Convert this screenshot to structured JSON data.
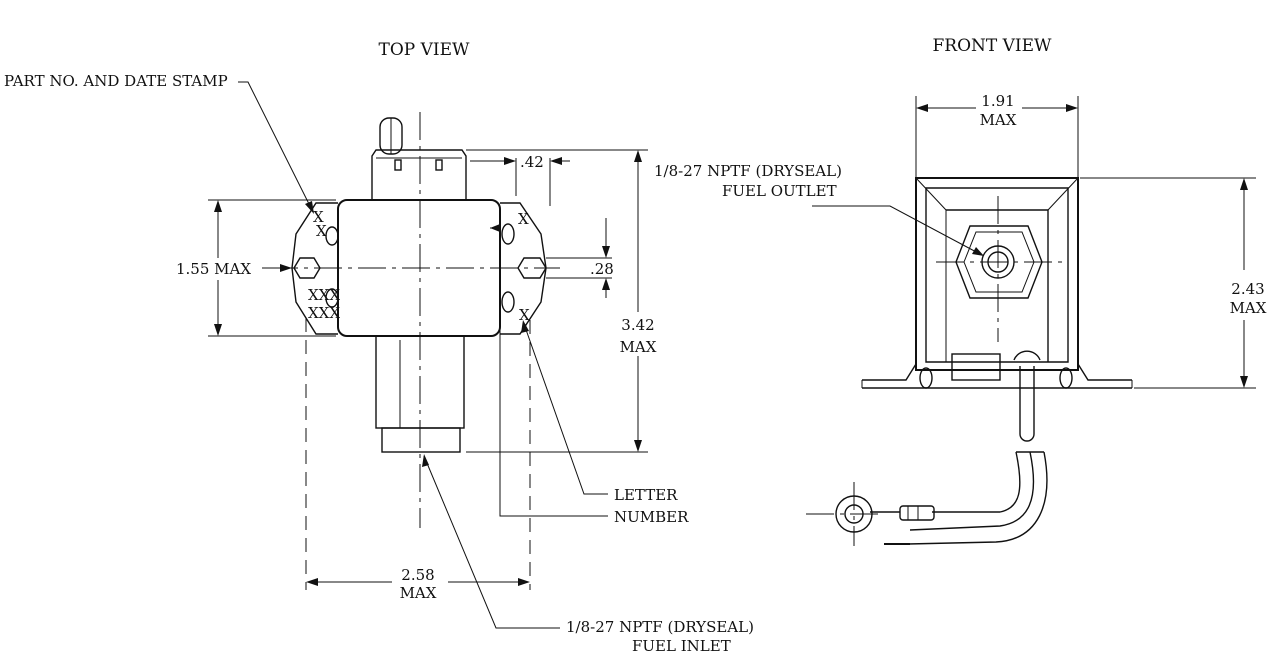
{
  "views": {
    "top": {
      "title": "TOP VIEW"
    },
    "front": {
      "title": "FRONT VIEW"
    }
  },
  "labels": {
    "part_stamp": "PART NO. AND DATE STAMP",
    "letter": "LETTER",
    "number": "NUMBER",
    "inlet_thread": "1/8-27 NPTF (DRYSEAL)",
    "inlet_name": "FUEL INLET",
    "outlet_thread": "1/8-27 NPTF (DRYSEAL)",
    "outlet_name": "FUEL OUTLET"
  },
  "dimensions": {
    "width_155": "1.55 MAX",
    "length_342": "3.42",
    "length_342_max": "MAX",
    "offset_42": ".42",
    "hole_28": ".28",
    "width_258": "2.58",
    "width_258_max": "MAX",
    "width_191": "1.91",
    "width_191_max": "MAX",
    "height_243": "2.43",
    "height_243_max": "MAX"
  },
  "stamp_marks": {
    "left_upper": "X",
    "left_lower": "XXX",
    "right_upper": "X",
    "right_lower": "X"
  }
}
